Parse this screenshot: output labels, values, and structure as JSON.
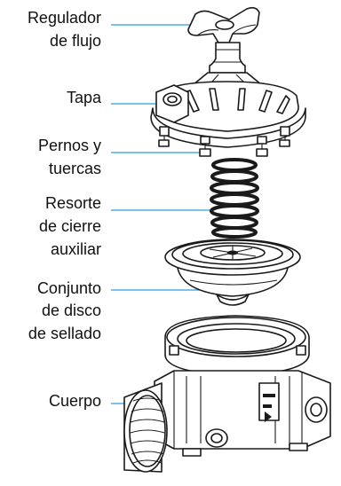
{
  "labels": {
    "flow_regulator": [
      "Regulador",
      "de flujo"
    ],
    "cap": [
      "Tapa"
    ],
    "bolts_nuts": [
      "Pernos y",
      "tuercas"
    ],
    "aux_spring": [
      "Resorte",
      "de cierre",
      "auxiliar"
    ],
    "seal_disc": [
      "Conjunto",
      "de disco",
      "de sellado"
    ],
    "body": [
      "Cuerpo"
    ]
  },
  "colors": {
    "leader_line": "#2a9fd6",
    "ink": "#1a1a1a",
    "text": "#111111",
    "background": "#ffffff"
  }
}
